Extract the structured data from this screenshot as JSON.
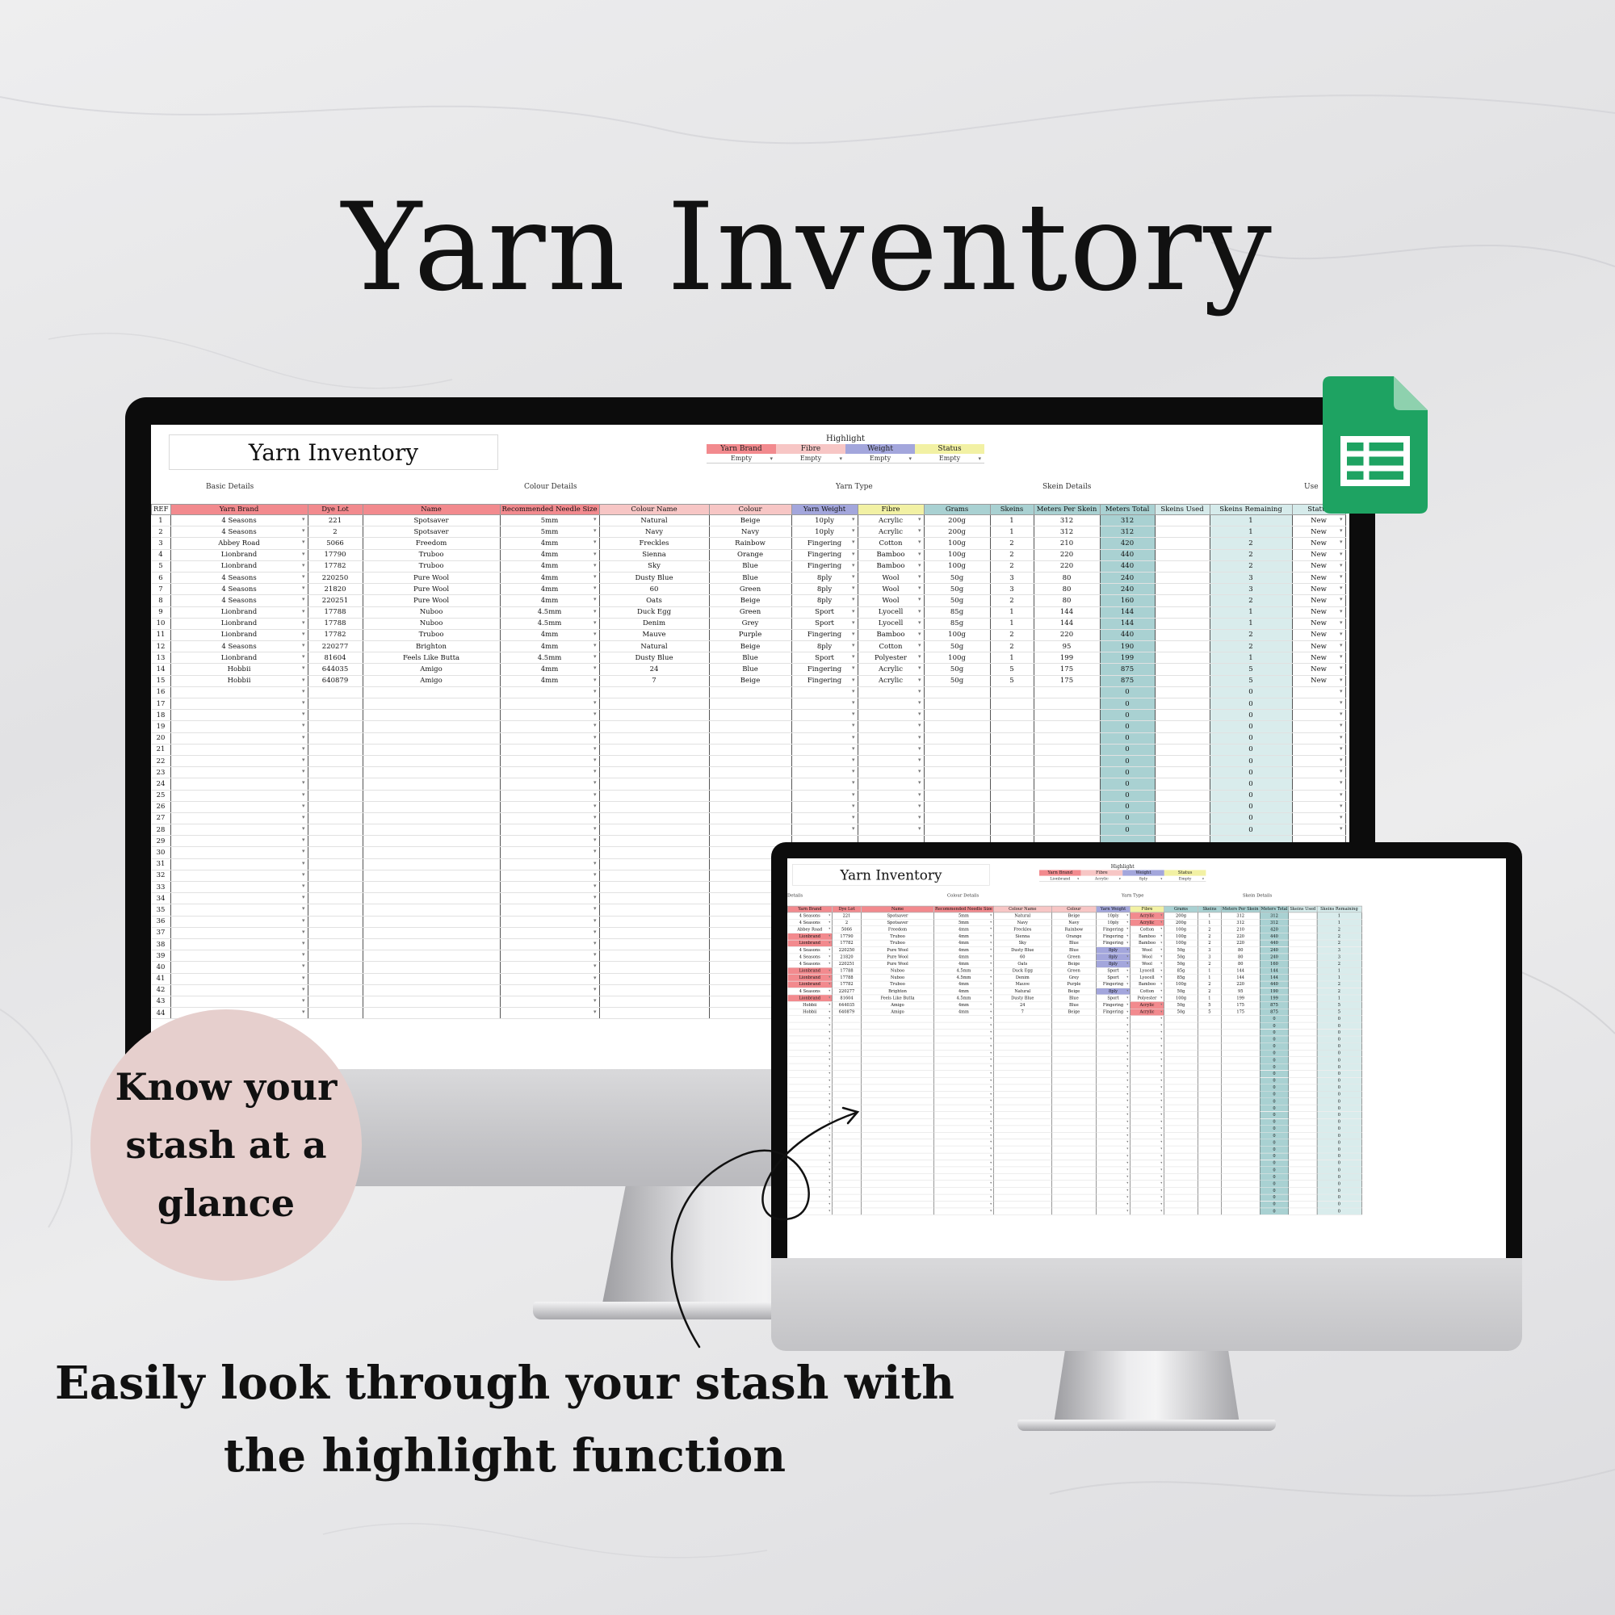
{
  "page": {
    "title": "Yarn Inventory",
    "badge_text": "Know your stash at a glance",
    "caption_line1": "Easily look through your stash with",
    "caption_line2": "the highlight function"
  },
  "colors": {
    "brand_red": "#f28a8e",
    "fibre_pink": "#f7c6c5",
    "weight_purple": "#a3a6dc",
    "status_yellow": "#f2f1a4",
    "meters_teal": "#a9d1d2",
    "badge_pink": "#e6cfcd",
    "sheets_green": "#1ea362"
  },
  "icons": {
    "app_logo": "google-sheets-icon",
    "dropdown": "chevron-down-icon",
    "arrow": "curly-arrow-icon"
  },
  "sheet_main": {
    "title": "Yarn Inventory",
    "highlight": {
      "label": "Highlight",
      "filters": [
        {
          "name": "Yarn Brand",
          "value": "Empty"
        },
        {
          "name": "Fibre",
          "value": "Empty"
        },
        {
          "name": "Weight",
          "value": "Empty"
        },
        {
          "name": "Status",
          "value": "Empty"
        }
      ]
    },
    "groups": [
      "Basic Details",
      "Colour Details",
      "Yarn Type",
      "Skein Details",
      "Use"
    ],
    "columns": [
      "REF",
      "Yarn Brand",
      "Dye Lot",
      "Name",
      "Recommended Needle Size",
      "Colour Name",
      "Colour",
      "Yarn Weight",
      "Fibre",
      "Grams",
      "Skeins",
      "Meters Per Skein",
      "Meters Total",
      "Skeins Used",
      "Skeins Remaining",
      "Status"
    ]
  },
  "sheet_small": {
    "title": "Yarn Inventory",
    "highlight": {
      "label": "Highlight",
      "filters": [
        {
          "name": "Yarn Brand",
          "value": "Lionbrand"
        },
        {
          "name": "Fibre",
          "value": "Acrylic"
        },
        {
          "name": "Weight",
          "value": "8ply"
        },
        {
          "name": "Status",
          "value": "Empty"
        }
      ]
    },
    "groups": [
      "Details",
      "Colour Details",
      "Yarn Type",
      "Skein Details"
    ],
    "columns": [
      "Yarn Brand",
      "Dye Lot",
      "Name",
      "Recommended Needle Size",
      "Colour Name",
      "Colour",
      "Yarn Weight",
      "Fibre",
      "Grams",
      "Skeins",
      "Meters Per Skein",
      "Meters Total",
      "Skeins Used",
      "Skeins Remaining"
    ]
  },
  "rows": [
    {
      "ref": "1",
      "brand": "4 Seasons",
      "dye": "221",
      "name": "Spotsaver",
      "needle": "5mm",
      "cname": "Natural",
      "colour": "Beige",
      "weight": "10ply",
      "fibre": "Acrylic",
      "grams": "200g",
      "skeins": "1",
      "mps": "312",
      "mtotal": "312",
      "used": "",
      "remain": "1",
      "status": "New"
    },
    {
      "ref": "2",
      "brand": "4 Seasons",
      "dye": "2",
      "name": "Spotsaver",
      "needle": "5mm",
      "cname": "Navy",
      "colour": "Navy",
      "weight": "10ply",
      "fibre": "Acrylic",
      "grams": "200g",
      "skeins": "1",
      "mps": "312",
      "mtotal": "312",
      "used": "",
      "remain": "1",
      "status": "New"
    },
    {
      "ref": "3",
      "brand": "Abbey Road",
      "dye": "5066",
      "name": "Freedom",
      "needle": "4mm",
      "cname": "Freckles",
      "colour": "Rainbow",
      "weight": "Fingering",
      "fibre": "Cotton",
      "grams": "100g",
      "skeins": "2",
      "mps": "210",
      "mtotal": "420",
      "used": "",
      "remain": "2",
      "status": "New"
    },
    {
      "ref": "4",
      "brand": "Lionbrand",
      "dye": "17790",
      "name": "Truboo",
      "needle": "4mm",
      "cname": "Sienna",
      "colour": "Orange",
      "weight": "Fingering",
      "fibre": "Bamboo",
      "grams": "100g",
      "skeins": "2",
      "mps": "220",
      "mtotal": "440",
      "used": "",
      "remain": "2",
      "status": "New"
    },
    {
      "ref": "5",
      "brand": "Lionbrand",
      "dye": "17782",
      "name": "Truboo",
      "needle": "4mm",
      "cname": "Sky",
      "colour": "Blue",
      "weight": "Fingering",
      "fibre": "Bamboo",
      "grams": "100g",
      "skeins": "2",
      "mps": "220",
      "mtotal": "440",
      "used": "",
      "remain": "2",
      "status": "New"
    },
    {
      "ref": "6",
      "brand": "4 Seasons",
      "dye": "220250",
      "name": "Pure Wool",
      "needle": "4mm",
      "cname": "Dusty Blue",
      "colour": "Blue",
      "weight": "8ply",
      "fibre": "Wool",
      "grams": "50g",
      "skeins": "3",
      "mps": "80",
      "mtotal": "240",
      "used": "",
      "remain": "3",
      "status": "New"
    },
    {
      "ref": "7",
      "brand": "4 Seasons",
      "dye": "21820",
      "name": "Pure Wool",
      "needle": "4mm",
      "cname": "60",
      "colour": "Green",
      "weight": "8ply",
      "fibre": "Wool",
      "grams": "50g",
      "skeins": "3",
      "mps": "80",
      "mtotal": "240",
      "used": "",
      "remain": "3",
      "status": "New"
    },
    {
      "ref": "8",
      "brand": "4 Seasons",
      "dye": "220251",
      "name": "Pure Wool",
      "needle": "4mm",
      "cname": "Oats",
      "colour": "Beige",
      "weight": "8ply",
      "fibre": "Wool",
      "grams": "50g",
      "skeins": "2",
      "mps": "80",
      "mtotal": "160",
      "used": "",
      "remain": "2",
      "status": "New"
    },
    {
      "ref": "9",
      "brand": "Lionbrand",
      "dye": "17788",
      "name": "Nuboo",
      "needle": "4.5mm",
      "cname": "Duck Egg",
      "colour": "Green",
      "weight": "Sport",
      "fibre": "Lyocell",
      "grams": "85g",
      "skeins": "1",
      "mps": "144",
      "mtotal": "144",
      "used": "",
      "remain": "1",
      "status": "New"
    },
    {
      "ref": "10",
      "brand": "Lionbrand",
      "dye": "17788",
      "name": "Nuboo",
      "needle": "4.5mm",
      "cname": "Denim",
      "colour": "Grey",
      "weight": "Sport",
      "fibre": "Lyocell",
      "grams": "85g",
      "skeins": "1",
      "mps": "144",
      "mtotal": "144",
      "used": "",
      "remain": "1",
      "status": "New"
    },
    {
      "ref": "11",
      "brand": "Lionbrand",
      "dye": "17782",
      "name": "Truboo",
      "needle": "4mm",
      "cname": "Mauve",
      "colour": "Purple",
      "weight": "Fingering",
      "fibre": "Bamboo",
      "grams": "100g",
      "skeins": "2",
      "mps": "220",
      "mtotal": "440",
      "used": "",
      "remain": "2",
      "status": "New"
    },
    {
      "ref": "12",
      "brand": "4 Seasons",
      "dye": "220277",
      "name": "Brighton",
      "needle": "4mm",
      "cname": "Natural",
      "colour": "Beige",
      "weight": "8ply",
      "fibre": "Cotton",
      "grams": "50g",
      "skeins": "2",
      "mps": "95",
      "mtotal": "190",
      "used": "",
      "remain": "2",
      "status": "New"
    },
    {
      "ref": "13",
      "brand": "Lionbrand",
      "dye": "81604",
      "name": "Feels Like Butta",
      "needle": "4.5mm",
      "cname": "Dusty Blue",
      "colour": "Blue",
      "weight": "Sport",
      "fibre": "Polyester",
      "grams": "100g",
      "skeins": "1",
      "mps": "199",
      "mtotal": "199",
      "used": "",
      "remain": "1",
      "status": "New"
    },
    {
      "ref": "14",
      "brand": "Hobbii",
      "dye": "644035",
      "name": "Amigo",
      "needle": "4mm",
      "cname": "24",
      "colour": "Blue",
      "weight": "Fingering",
      "fibre": "Acrylic",
      "grams": "50g",
      "skeins": "5",
      "mps": "175",
      "mtotal": "875",
      "used": "",
      "remain": "5",
      "status": "New"
    },
    {
      "ref": "15",
      "brand": "Hobbii",
      "dye": "640879",
      "name": "Amigo",
      "needle": "4mm",
      "cname": "7",
      "colour": "Beige",
      "weight": "Fingering",
      "fibre": "Acrylic",
      "grams": "50g",
      "skeins": "5",
      "mps": "175",
      "mtotal": "875",
      "used": "",
      "remain": "5",
      "status": "New"
    }
  ],
  "empty_refs": [
    "16",
    "17",
    "18",
    "19",
    "20",
    "21",
    "22",
    "23",
    "24",
    "25",
    "26",
    "27",
    "28",
    "29",
    "30",
    "31",
    "32",
    "33",
    "34",
    "35",
    "36",
    "37",
    "38",
    "39",
    "40",
    "41",
    "42",
    "43",
    "44"
  ],
  "empty_zero": "0"
}
